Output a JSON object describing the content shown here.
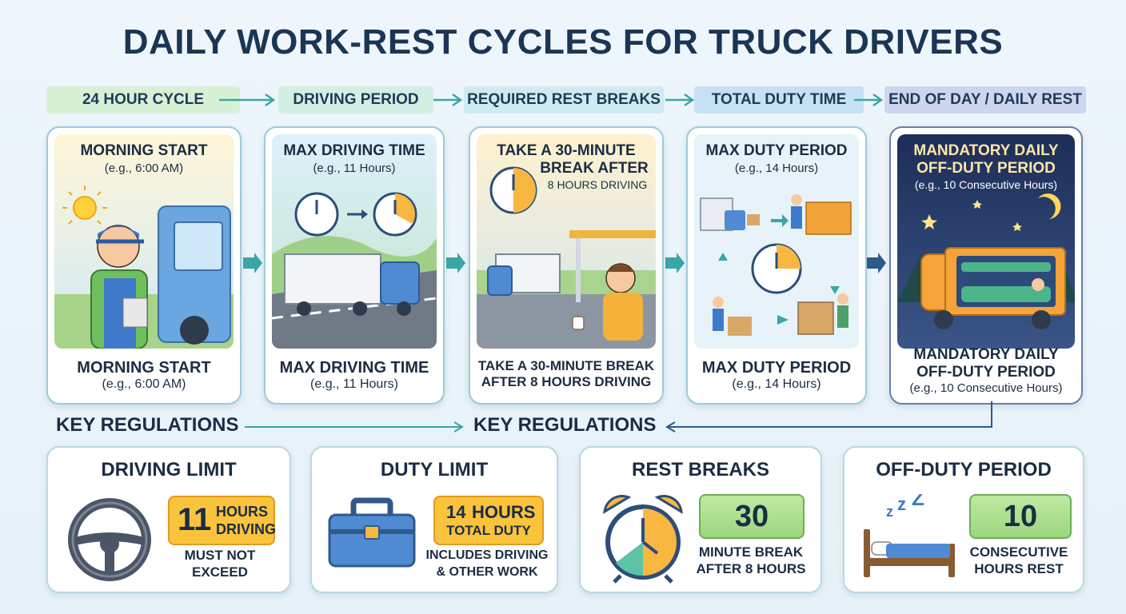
{
  "title": "DAILY WORK-REST CYCLES FOR TRUCK DRIVERS",
  "stages": [
    "24 HOUR CYCLE",
    "DRIVING PERIOD",
    "REQUIRED REST BREAKS",
    "TOTAL DUTY TIME",
    "END OF DAY / DAILY REST"
  ],
  "cards": [
    {
      "art_title": "MORNING START",
      "art_sub": "(e.g., 6:00 AM)",
      "caption_title": "MORNING START",
      "caption_sub": "(e.g., 6:00 AM)"
    },
    {
      "art_title": "MAX DRIVING TIME",
      "art_sub": "(e.g., 11 Hours)",
      "caption_title": "MAX DRIVING TIME",
      "caption_sub": "(e.g., 11 Hours)"
    },
    {
      "art_title_1": "TAKE A 30-MINUTE",
      "art_title_2": "BREAK AFTER",
      "art_sub": "8 HOURS DRIVING",
      "caption_line_1": "TAKE A 30-MINUTE BREAK",
      "caption_line_2": "AFTER 8 HOURS DRIVING"
    },
    {
      "art_title": "MAX DUTY PERIOD",
      "art_sub": "(e.g., 14 Hours)",
      "caption_title": "MAX DUTY PERIOD",
      "caption_sub": "(e.g., 14 Hours)"
    },
    {
      "art_title_1": "MANDATORY DAILY",
      "art_title_2": "OFF-DUTY PERIOD",
      "art_sub": "(e.g., 10 Consecutive Hours)",
      "caption_line_1": "MANDATORY DAILY",
      "caption_line_2": "OFF-DUTY PERIOD",
      "caption_sub": "(e.g., 10 Consecutive Hours)"
    }
  ],
  "key_regulations_left": "KEY REGULATIONS",
  "key_regulations_center": "KEY REGULATIONS",
  "regulations": [
    {
      "title": "DRIVING LIMIT",
      "badge_number": "11",
      "badge_line_1": "HOURS",
      "badge_line_2": "DRIVING",
      "sub_line_1": "MUST NOT",
      "sub_line_2": "EXCEED",
      "icon": "steering-wheel-icon"
    },
    {
      "title": "DUTY LIMIT",
      "badge_number": "14",
      "badge_line_1": "HOURS",
      "badge_line_2": "TOTAL DUTY",
      "sub_line_1": "INCLUDES DRIVING",
      "sub_line_2": "& OTHER WORK",
      "icon": "toolbox-icon"
    },
    {
      "title": "REST BREAKS",
      "badge_number": "30",
      "sub_line_1": "MINUTE BREAK",
      "sub_line_2": "AFTER 8 HOURS",
      "icon": "alarm-clock-icon"
    },
    {
      "title": "OFF-DUTY PERIOD",
      "badge_number": "10",
      "sub_line_1": "CONSECUTIVE",
      "sub_line_2": "HOURS REST",
      "icon": "bed-icon"
    }
  ],
  "colors": {
    "title": "#1b3554",
    "stage_1": "#d8f1d6",
    "stage_2": "#d3efe4",
    "stage_3": "#cdebf0",
    "stage_4": "#c6e2f2",
    "stage_5": "#cdd6ef",
    "arrow": "#3aa6a6",
    "badge_orange": "#f9c33c",
    "badge_green": "#a9df8a"
  }
}
